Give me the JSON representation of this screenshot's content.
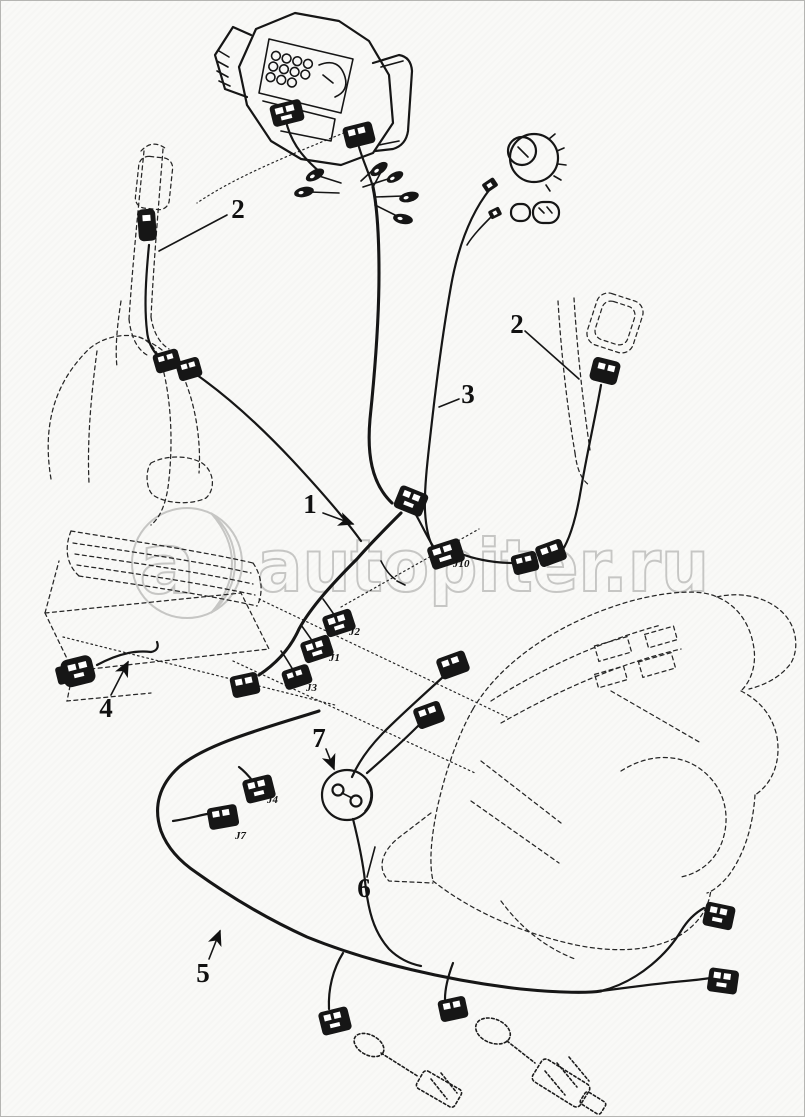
{
  "page": {
    "background": "#f9f9f7",
    "line_color": "#161616",
    "border_color": "#b5b5b2"
  },
  "watermark": {
    "logo_letter": "a",
    "text": "autopiter.ru",
    "color": "#c6c6c4"
  },
  "callouts": {
    "c1": {
      "label": "1"
    },
    "c2_left": {
      "label": "2"
    },
    "c2_right": {
      "label": "2"
    },
    "c3": {
      "label": "3"
    },
    "c4": {
      "label": "4"
    },
    "c5": {
      "label": "5"
    },
    "c6": {
      "label": "6"
    },
    "c7": {
      "label": "7"
    }
  },
  "connector_labels": {
    "j10": {
      "label": "J10"
    },
    "j2": {
      "label": "J2"
    },
    "j1": {
      "label": "J1"
    },
    "j3": {
      "label": "J3"
    },
    "j4": {
      "label": "J4"
    },
    "j7": {
      "label": "J7"
    }
  }
}
